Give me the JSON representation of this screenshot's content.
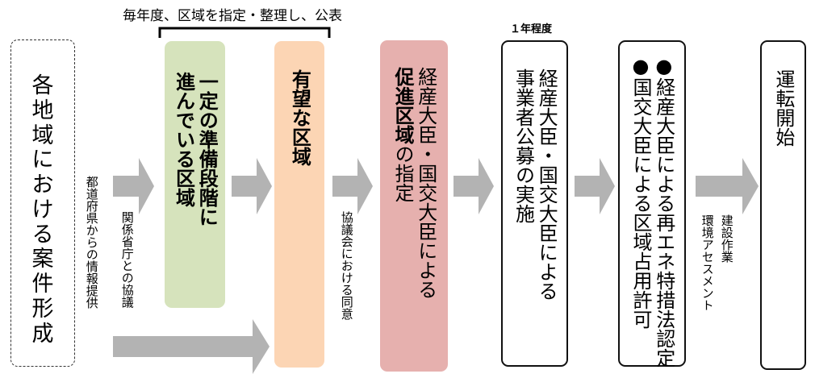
{
  "top_caption": "毎年度、区域を指定・整理し、公表",
  "duration_label": "１年程度",
  "colors": {
    "green": "#d6e3bc",
    "orange": "#fcd5b4",
    "pink": "#e6b0ae",
    "arrow": "#b3b3b3"
  },
  "boxes": {
    "formation": "各\n地\n域\nに\nお\nけ\nる\n案\n件\n形\n成",
    "advanced": "一定の準備段階に\n進んでいる区域",
    "promising": "有望な区域",
    "promotion_bold": "促進区域",
    "promotion_rest_col1": "の指定",
    "promotion_col2": "経産大臣・国交大臣による",
    "recruitment_col1": "経産大臣・国交大臣による",
    "recruitment_col2": "事業者公募の実施",
    "certification_col1": "●経産大臣による再エネ特措法認定",
    "certification_col2": "●国交大臣による区域占用許可",
    "operation": "運転開始"
  },
  "labels": {
    "prefecture_info": "都道府県からの情報提供",
    "ministry_consult": "関係省庁との協議",
    "council_agree": "協議会における同意",
    "env_assess_col1": "建設作業",
    "env_assess_col2": "環境アセスメント"
  }
}
